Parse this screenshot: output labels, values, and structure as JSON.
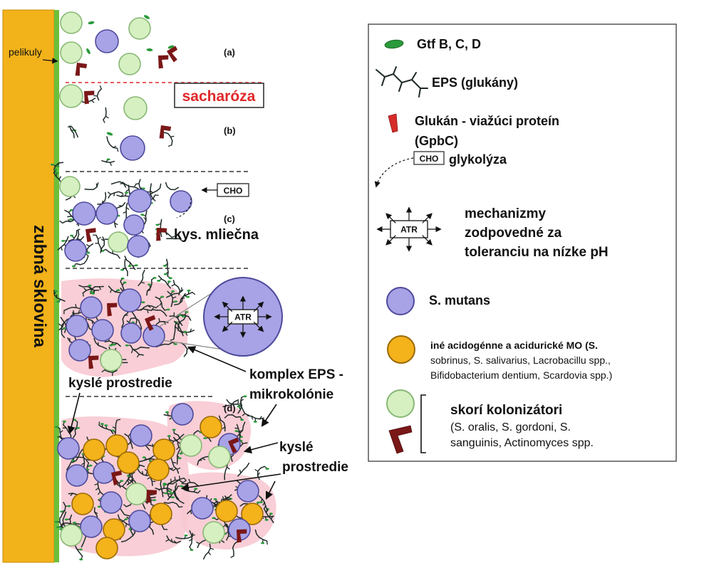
{
  "colors": {
    "enamel": "#f2b21a",
    "enamel_edge": "#c98a06",
    "pellicle": "#6bbf3a",
    "smutans": "#a7a3e6",
    "smutans_edge": "#4e4a9b",
    "acidogenic": "#f4b21b",
    "acidogenic_edge": "#9a6a06",
    "early": "#d6f0c2",
    "early_edge": "#88b874",
    "matrix": "#f8c9d1",
    "eps": "#1d2a27",
    "gbp": "#7a1717",
    "gtf": "#2a9a3a",
    "sucrose": "#e0282a"
  },
  "left": {
    "enamel_label": "zubná sklovina",
    "pellicle_label": "pelikuly",
    "stage_a": "(a)",
    "stage_b": "(b)",
    "stage_c": "(c)",
    "stage_d": "(d)",
    "sucrose_label": "sacharóza",
    "cho_label": "CHO",
    "lactic_label": "kys. mliečna",
    "atr_label": "ATR",
    "acidic_env_1": "kyslé prostredie",
    "eps_complex_1": "komplex EPS -",
    "eps_complex_2": "mikrokolónie",
    "acidic_env_2a": "kyslé",
    "acidic_env_2b": "prostredie"
  },
  "legend": {
    "gtf": "Gtf B, C, D",
    "eps": "EPS (glukány)",
    "gbp_1": "Glukán - viažúci proteín",
    "gbp_2": "(GpbC)",
    "cho": "CHO",
    "glycolysis": "glykolýza",
    "atr": "ATR",
    "atr_desc_1": "mechanizmy",
    "atr_desc_2": "zodpovedné za",
    "atr_desc_3": "toleranciu na nízke pH",
    "smutans": "S. mutans",
    "other_1": "iné acidogénne a acidurické MO (S.",
    "other_2": "sobrinus, S. salivarius, Lacrobacillu spp.,",
    "other_3": "Bifidobacterium dentium, Scardovia spp.)",
    "early_title": "skorí kolonizátori",
    "early_1": "(S. oralis, S. gordoni, S.",
    "early_2": "sanguinis, Actinomyces spp."
  }
}
